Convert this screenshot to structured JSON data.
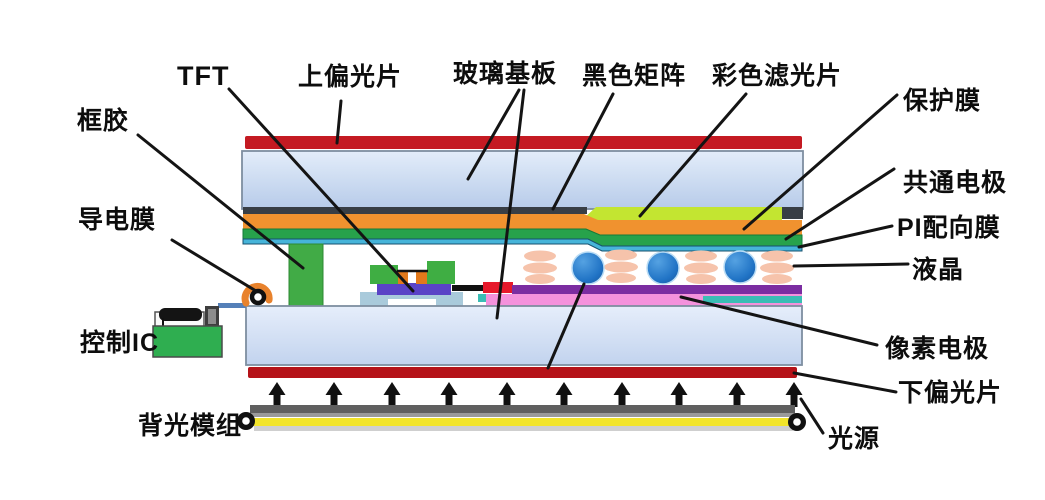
{
  "labels": {
    "tft": "TFT",
    "frame_sealant": "框胶",
    "conductive_film": "导电膜",
    "control_ic": "控制IC",
    "backlight_module": "背光模组",
    "upper_polarizer": "上偏光片",
    "glass_substrate": "玻璃基板",
    "black_matrix": "黑色矩阵",
    "color_filter": "彩色滤光片",
    "protective_film": "保护膜",
    "common_electrode": "共通电极",
    "pi_alignment_film": "PI配向膜",
    "liquid_crystal": "液晶",
    "pixel_electrode": "像素电极",
    "lower_polarizer": "下偏光片",
    "light_source": "光源"
  },
  "colors": {
    "upper_polarizer_red": "#c41a22",
    "lower_polarizer_red": "#b51218",
    "black_matrix_dark": "#383e45",
    "color_filter_yellow_green": "#c3e531",
    "protective_film_orange": "#f0922f",
    "common_electrode_green": "#27a24b",
    "pi_film_teal": "#46b4d9",
    "sealant_green": "#41ab46",
    "tft_gate_purple": "#5a43c6",
    "tft_contact_orange": "#e2791b",
    "tft_green": "#3fae43",
    "stopper_red": "#e6192b",
    "bottom_bar_purple": "#7b2da1",
    "pixel_electrode_pink": "#f492dc",
    "storage_teal": "#3abdb5",
    "lc_molecule_salmon": "#f6c3ab",
    "lc_sphere_blue": "#2073c5",
    "ic_body_green": "#2fae50",
    "backlight_yellow": "#f2e42a",
    "backlight_gray": "#5f5f5f",
    "connector_blue": "#5580b8",
    "conductive_film_orange": "#e8822c"
  }
}
